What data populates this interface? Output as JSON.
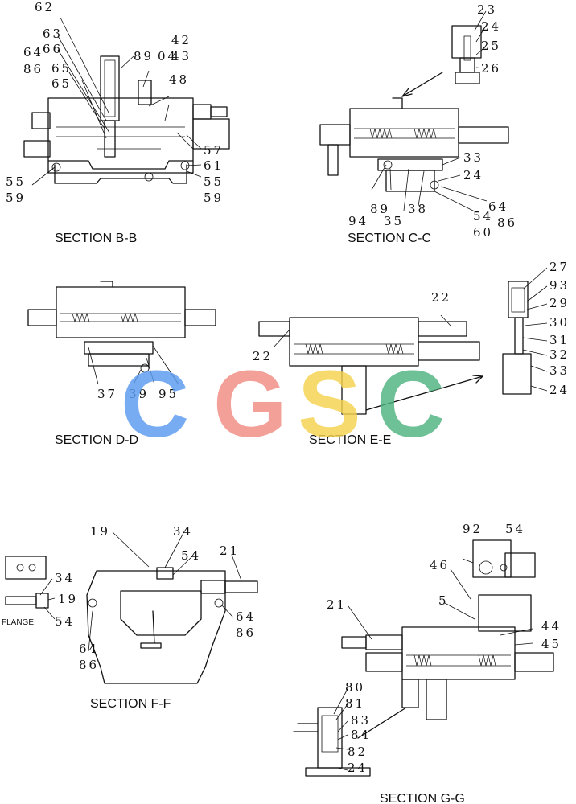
{
  "sections": {
    "bb": "SECTION  B-B",
    "cc": "SECTION  C-C",
    "dd": "SECTION  D-D",
    "ee": "SECTION  E-E",
    "ff": "SECTION  F-F",
    "gg": "SECTION  G-G"
  },
  "flange_label": "FLANGE",
  "watermark": {
    "letters": [
      "C",
      "G",
      "S",
      "C"
    ],
    "colors": [
      "#5b9bf0",
      "#f08c82",
      "#f5d34f",
      "#4fb37f"
    ]
  },
  "part_numbers": {
    "bb": [
      "62",
      "63",
      "66",
      "64",
      "65",
      "86",
      "65",
      "89",
      "04",
      "42",
      "43",
      "48",
      "57",
      "61",
      "55",
      "59",
      "55",
      "59"
    ],
    "cc": [
      "23",
      "24",
      "25",
      "26",
      "33",
      "24",
      "64",
      "86",
      "54",
      "60",
      "89",
      "94",
      "35",
      "38"
    ],
    "dd": [
      "37",
      "39",
      "95"
    ],
    "ee": [
      "22",
      "22",
      "27",
      "93",
      "29",
      "30",
      "31",
      "32",
      "33",
      "24"
    ],
    "ff": [
      "19",
      "34",
      "54",
      "21",
      "34",
      "19",
      "54",
      "64",
      "86",
      "64",
      "86"
    ],
    "gg": [
      "92",
      "54",
      "46",
      "5",
      "21",
      "44",
      "45",
      "80",
      "81",
      "83",
      "84",
      "82",
      "24"
    ]
  }
}
